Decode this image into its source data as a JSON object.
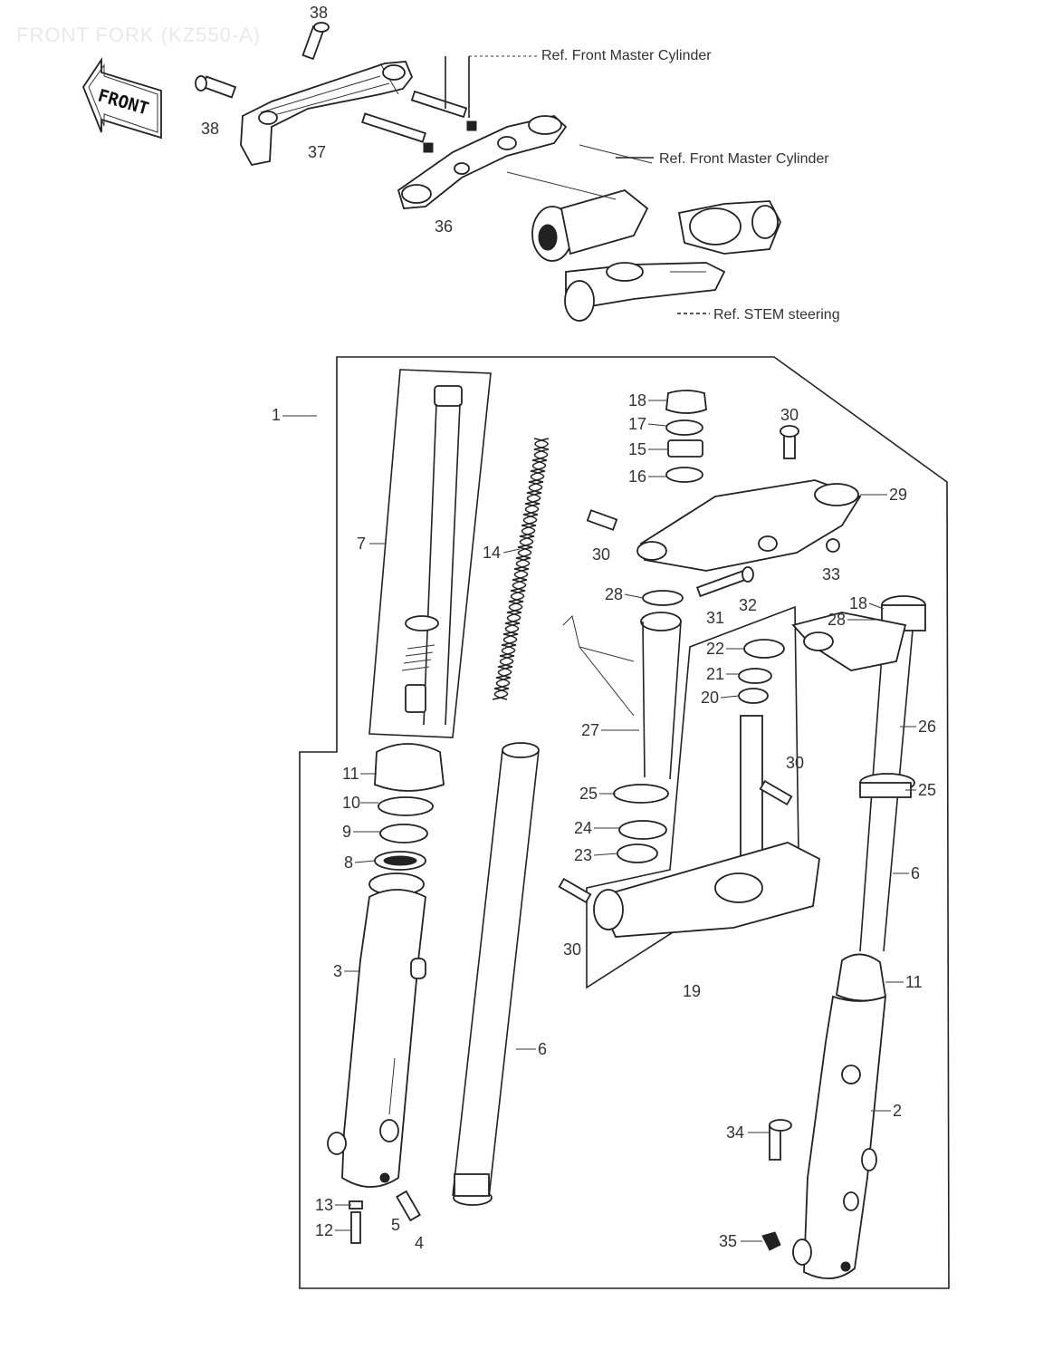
{
  "title": "FRONT FORK (KZ550-A)",
  "front_label": "FRONT",
  "refs": {
    "master_cylinder_1": "Ref. Front Master Cylinder",
    "master_cylinder_2": "Ref. Front Master Cylinder",
    "stem_steering": "Ref. STEM steering"
  },
  "callouts": {
    "c1": "1",
    "c2": "2",
    "c3": "3",
    "c4": "4",
    "c5": "5",
    "c6a": "6",
    "c6b": "6",
    "c7": "7",
    "c8": "8",
    "c9": "9",
    "c10": "10",
    "c11a": "11",
    "c11b": "11",
    "c12": "12",
    "c13": "13",
    "c14": "14",
    "c15": "15",
    "c16": "16",
    "c17": "17",
    "c18a": "18",
    "c18b": "18",
    "c19": "19",
    "c20": "20",
    "c21": "21",
    "c22": "22",
    "c23": "23",
    "c24": "24",
    "c25a": "25",
    "c25b": "25",
    "c26": "26",
    "c27": "27",
    "c28a": "28",
    "c28b": "28",
    "c29": "29",
    "c30a": "30",
    "c30b": "30",
    "c30c": "30",
    "c30d": "30",
    "c31": "31",
    "c32": "32",
    "c33": "33",
    "c34": "34",
    "c35": "35",
    "c36": "36",
    "c37": "37",
    "c38a": "38",
    "c38b": "38"
  }
}
